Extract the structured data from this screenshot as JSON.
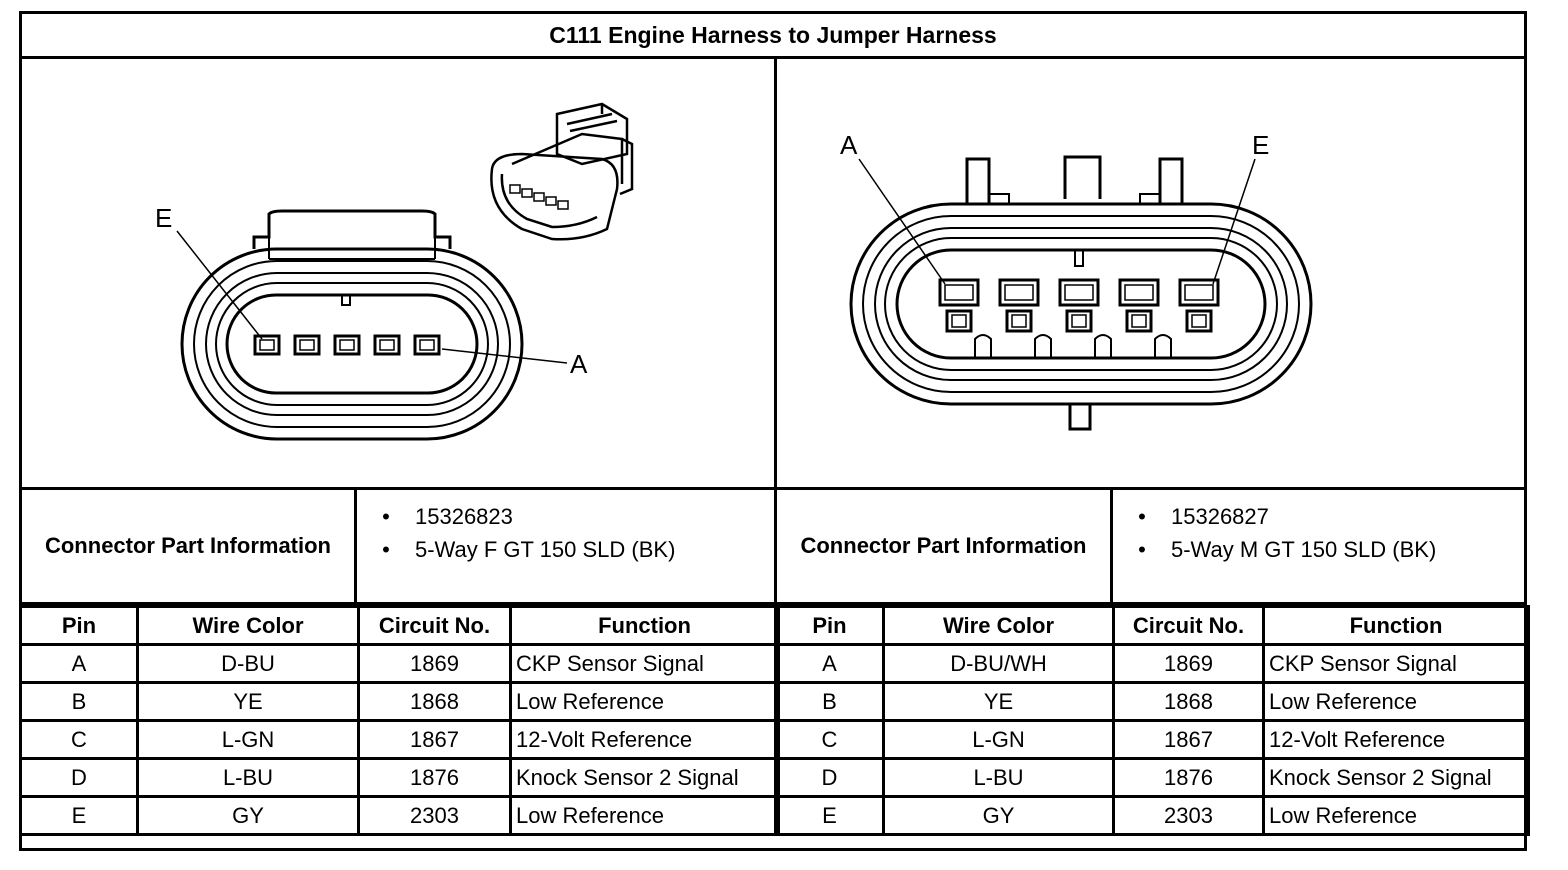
{
  "title": "C111 Engine Harness to Jumper Harness",
  "left_drawing": {
    "label_e": "E",
    "label_a": "A"
  },
  "right_drawing": {
    "label_a": "A",
    "label_e": "E"
  },
  "left_connector": {
    "info_label": "Connector Part Information",
    "bullets": [
      "15326823",
      "5-Way F GT 150 SLD (BK)"
    ],
    "headers": [
      "Pin",
      "Wire Color",
      "Circuit No.",
      "Function"
    ],
    "rows": [
      {
        "pin": "A",
        "wire": "D-BU",
        "circuit": "1869",
        "function": "CKP Sensor Signal"
      },
      {
        "pin": "B",
        "wire": "YE",
        "circuit": "1868",
        "function": "Low Reference"
      },
      {
        "pin": "C",
        "wire": "L-GN",
        "circuit": "1867",
        "function": "12-Volt Reference"
      },
      {
        "pin": "D",
        "wire": "L-BU",
        "circuit": "1876",
        "function": "Knock Sensor 2 Signal"
      },
      {
        "pin": "E",
        "wire": "GY",
        "circuit": "2303",
        "function": "Low Reference"
      }
    ]
  },
  "right_connector": {
    "info_label": "Connector Part Information",
    "bullets": [
      "15326827",
      "5-Way M GT 150 SLD (BK)"
    ],
    "headers": [
      "Pin",
      "Wire Color",
      "Circuit No.",
      "Function"
    ],
    "rows": [
      {
        "pin": "A",
        "wire": "D-BU/WH",
        "circuit": "1869",
        "function": "CKP Sensor Signal"
      },
      {
        "pin": "B",
        "wire": "YE",
        "circuit": "1868",
        "function": "Low Reference"
      },
      {
        "pin": "C",
        "wire": "L-GN",
        "circuit": "1867",
        "function": "12-Volt Reference"
      },
      {
        "pin": "D",
        "wire": "L-BU",
        "circuit": "1876",
        "function": "Knock Sensor 2 Signal"
      },
      {
        "pin": "E",
        "wire": "GY",
        "circuit": "2303",
        "function": "Low Reference"
      }
    ]
  }
}
